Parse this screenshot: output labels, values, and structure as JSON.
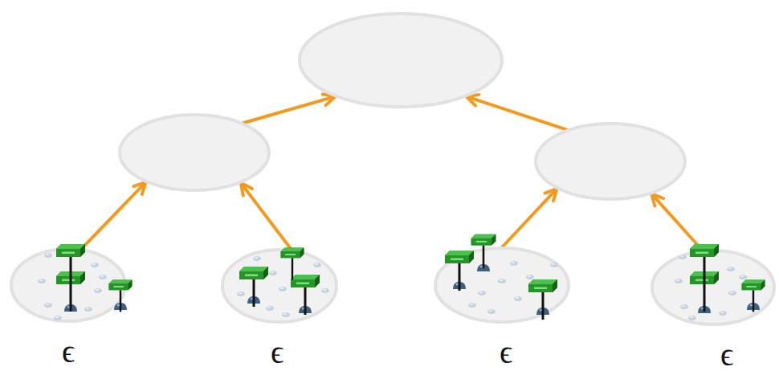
{
  "diagram": {
    "nodes": [
      {
        "text": []
      },
      {
        "text": [],
        "in": 0
      },
      {
        "text": [],
        "in": 0
      },
      {
        "text": [
          "ϵ"
        ]
      },
      {
        "text": [
          "ϵ"
        ]
      },
      {
        "text": [
          "ϵ"
        ]
      },
      {
        "text": [
          "ϵ"
        ]
      }
    ],
    "edges": [
      {
        "from": 3,
        "to": 1,
        "arrow": "to"
      },
      {
        "from": 4,
        "to": 1,
        "arrow": "to"
      },
      {
        "from": 5,
        "to": 2,
        "arrow": "to"
      },
      {
        "from": 6,
        "to": 2,
        "arrow": "to"
      },
      {
        "from": 1,
        "to": 0,
        "arrow": "to"
      },
      {
        "from": 2,
        "to": 0,
        "arrow": "to"
      }
    ]
  }
}
